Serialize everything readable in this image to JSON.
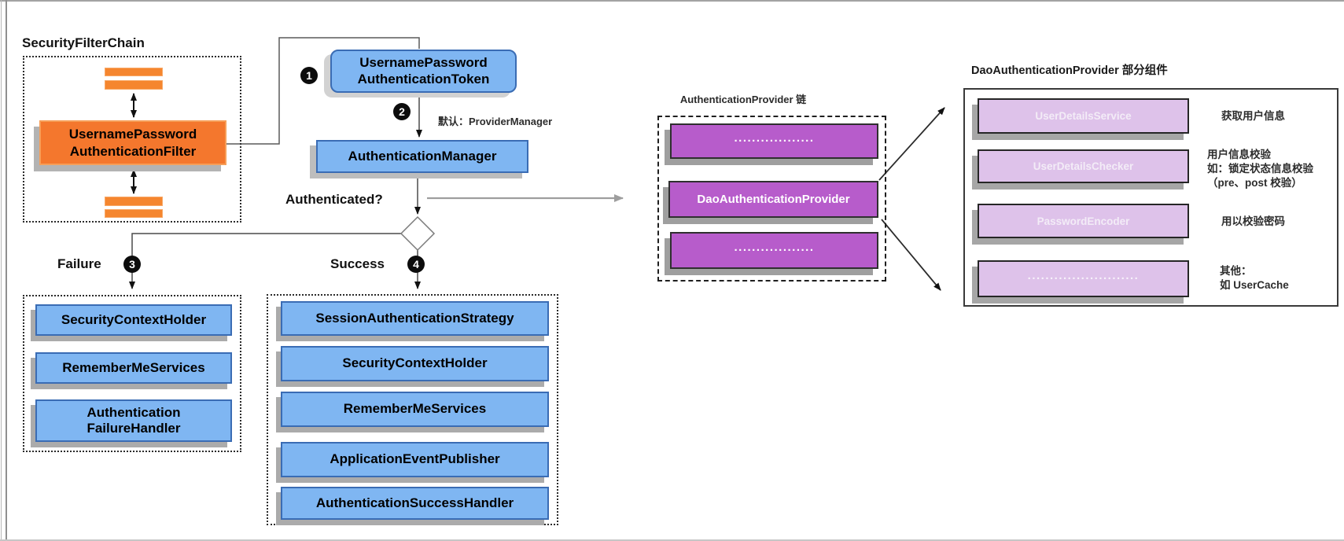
{
  "security_filter_chain": {
    "title": "SecurityFilterChain",
    "filter_label": "UsernamePassword\nAuthenticationFilter"
  },
  "flow": {
    "token_label": "UsernamePassword\nAuthenticationToken",
    "manager_label": "AuthenticationManager",
    "manager_note": "默认：ProviderManager",
    "authenticated_label": "Authenticated?",
    "failure_label": "Failure",
    "success_label": "Success",
    "badges": [
      "1",
      "2",
      "3",
      "4"
    ]
  },
  "failure": {
    "items": [
      "SecurityContextHolder",
      "RememberMeServices",
      "Authentication\nFailureHandler"
    ]
  },
  "success": {
    "items": [
      "SessionAuthenticationStrategy",
      "SecurityContextHolder",
      "RememberMeServices",
      "ApplicationEventPublisher",
      "AuthenticationSuccessHandler"
    ]
  },
  "provider_chain": {
    "title": "AuthenticationProvider 链",
    "items": [
      "..................",
      "DaoAuthenticationProvider",
      ".................."
    ]
  },
  "dao_components": {
    "title": "DaoAuthenticationProvider 部分组件",
    "rows": [
      {
        "label": "UserDetailsService",
        "note": "获取用户信息"
      },
      {
        "label": "UserDetailsChecker",
        "note": "用户信息校验\n如：锁定状态信息校验\n（pre、post 校验）"
      },
      {
        "label": "PasswordEncoder",
        "note": "用以校验密码"
      },
      {
        "label": ".........................",
        "note": "其他：\n如 UserCache"
      }
    ]
  },
  "colors": {
    "blue_fill": "#7fb6f2",
    "blue_border": "#3a6cb4",
    "orange_fill": "#f4772d",
    "purple_fill": "#b75ccb",
    "lavender_fill": "#dec2ea",
    "shadow_gray": "#ababab",
    "arrow_gray": "#9e9e9e"
  }
}
